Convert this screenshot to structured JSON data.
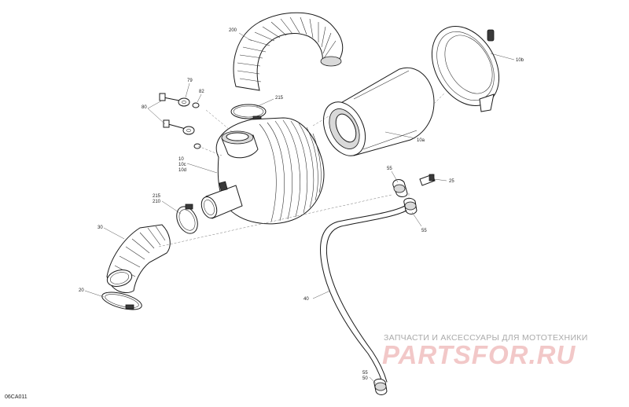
{
  "diagram": {
    "figure_code": "06CA011",
    "callouts": {
      "c200": "200",
      "c79": "79",
      "c80": "80",
      "c82": "82",
      "c215a": "215",
      "c10": "10",
      "c10c": "10c",
      "c10d": "10d",
      "c10a": "10a",
      "c10b": "10b",
      "c215b": "215",
      "c210": "210",
      "c30": "30",
      "c20": "20",
      "c55a": "55",
      "c25": "25",
      "c55b": "55",
      "c40": "40",
      "c55c": "55",
      "c50": "50"
    }
  },
  "watermark": {
    "tagline": "ЗАПЧАСТИ И АКСЕССУАРЫ ДЛЯ МОТОТЕХНИКИ",
    "logo": "PARTSFOR.RU"
  }
}
